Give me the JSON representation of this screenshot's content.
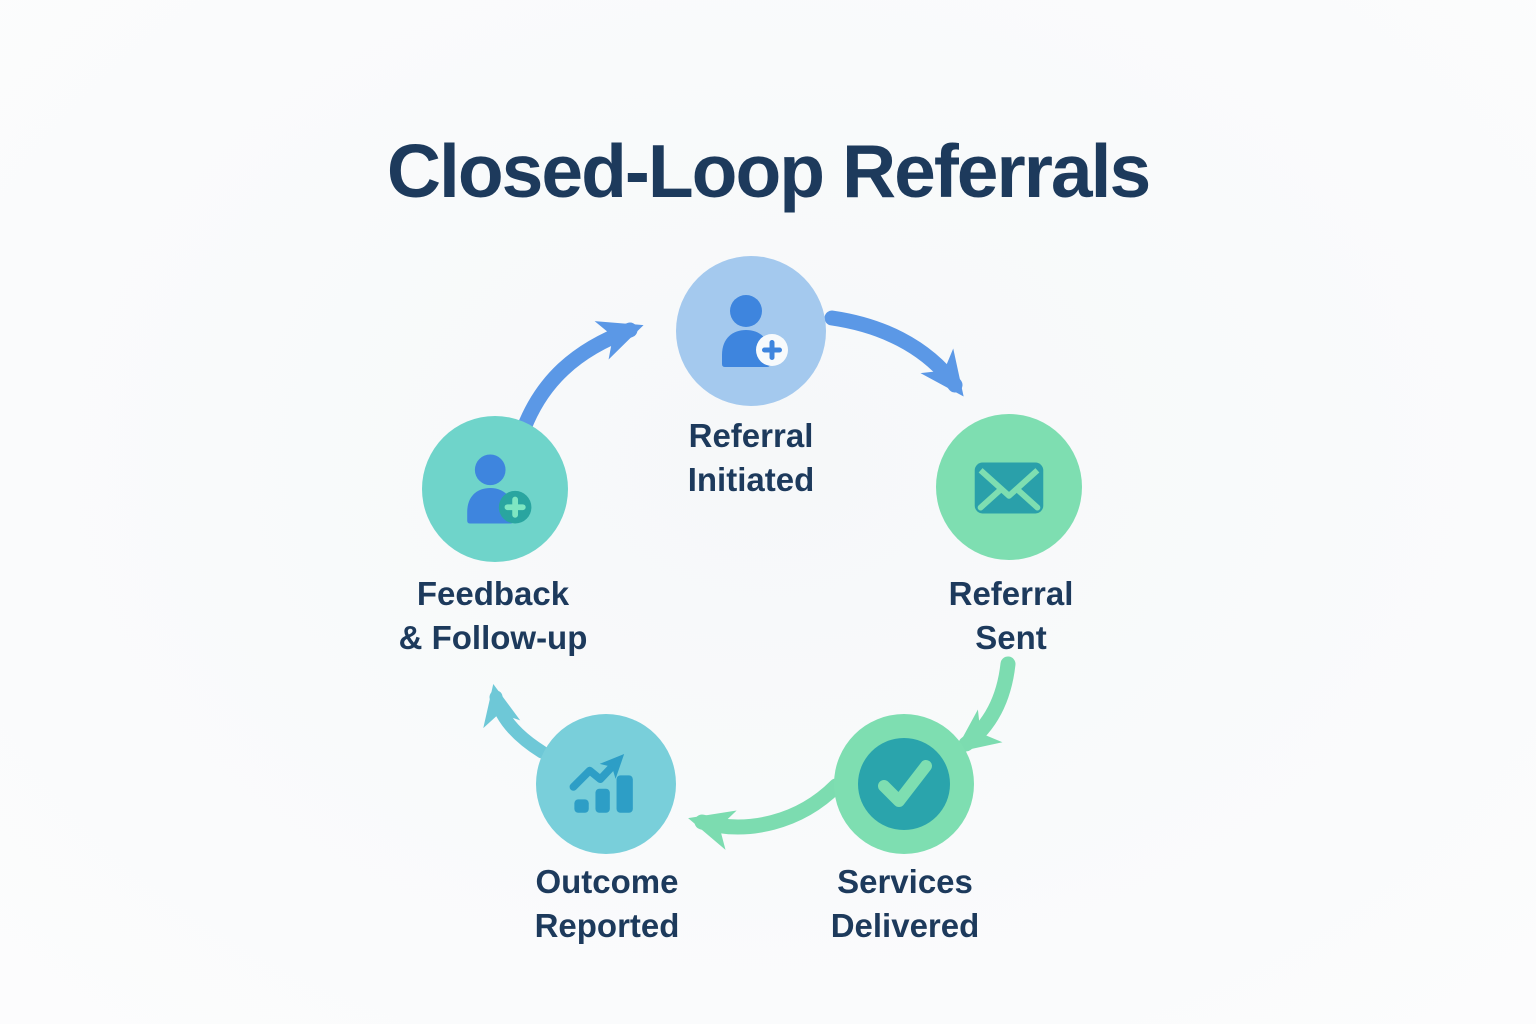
{
  "title": "Closed-Loop Referrals",
  "nodes": [
    {
      "id": "referral-initiated",
      "label": "Referral\nInitiated",
      "icon": "person-plus-icon",
      "circle_color": "#a4c9ee",
      "icon_color": "#3e85de"
    },
    {
      "id": "referral-sent",
      "label": "Referral\nSent",
      "icon": "envelope-icon",
      "circle_color": "#7edeb1",
      "icon_color": "#2aa0aa"
    },
    {
      "id": "services-delivered",
      "label": "Services\nDelivered",
      "icon": "check-circle-icon",
      "circle_color": "#7edeb1",
      "icon_color": "#2aa4ac"
    },
    {
      "id": "outcome-reported",
      "label": "Outcome\nReported",
      "icon": "bar-chart-trend-icon",
      "circle_color": "#79cfda",
      "icon_color": "#2d9ec6"
    },
    {
      "id": "feedback-follow-up",
      "label": "Feedback\n& Follow-up",
      "icon": "person-plus-icon",
      "circle_color": "#6fd4ca",
      "icon_color": "#3e85de"
    }
  ],
  "flow": [
    {
      "from": "feedback-follow-up",
      "to": "referral-initiated",
      "arrow_color": "#5b98e6"
    },
    {
      "from": "referral-initiated",
      "to": "referral-sent",
      "arrow_color": "#5b98e6"
    },
    {
      "from": "referral-sent",
      "to": "services-delivered",
      "arrow_color": "#7cdcb0"
    },
    {
      "from": "services-delivered",
      "to": "outcome-reported",
      "arrow_color": "#7cdcb0"
    },
    {
      "from": "outcome-reported",
      "to": "feedback-follow-up",
      "arrow_color": "#6ec8d7"
    }
  ],
  "palette": {
    "background": "#f8f9fa",
    "text_navy": "#1d3a5c",
    "blue": "#3e85de",
    "light_blue": "#a4c9ee",
    "mint": "#7edeb1",
    "teal": "#2aa0aa",
    "cyan": "#79cfda"
  }
}
